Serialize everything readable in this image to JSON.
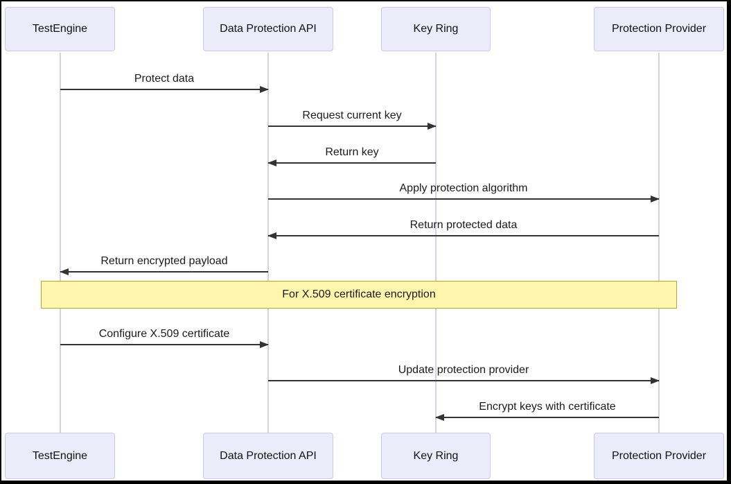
{
  "diagram": {
    "type": "sequence-diagram",
    "actors": [
      {
        "name": "TestEngine"
      },
      {
        "name": "Data Protection API"
      },
      {
        "name": "Key Ring"
      },
      {
        "name": "Protection Provider"
      }
    ],
    "messages": [
      {
        "label": "Protect data",
        "from": "TestEngine",
        "to": "Data Protection API",
        "direction": "right"
      },
      {
        "label": "Request current key",
        "from": "Data Protection API",
        "to": "Key Ring",
        "direction": "right"
      },
      {
        "label": "Return key",
        "from": "Key Ring",
        "to": "Data Protection API",
        "direction": "left"
      },
      {
        "label": "Apply protection algorithm",
        "from": "Data Protection API",
        "to": "Protection Provider",
        "direction": "right"
      },
      {
        "label": "Return protected data",
        "from": "Protection Provider",
        "to": "Data Protection API",
        "direction": "left"
      },
      {
        "label": "Return encrypted payload",
        "from": "Data Protection API",
        "to": "TestEngine",
        "direction": "left"
      },
      {
        "label": "Configure X.509 certificate",
        "from": "TestEngine",
        "to": "Data Protection API",
        "direction": "right"
      },
      {
        "label": "Update protection provider",
        "from": "Data Protection API",
        "to": "Protection Provider",
        "direction": "right"
      },
      {
        "label": "Encrypt keys with certificate",
        "from": "Protection Provider",
        "to": "Key Ring",
        "direction": "left"
      }
    ],
    "note": {
      "label": "For X.509 certificate encryption"
    },
    "colors": {
      "actor_fill": "#ECEBFA",
      "actor_border": "#CCC7EE",
      "lifeline": "#D5CFEC",
      "note_fill": "#FFF5AD",
      "note_border": "#AAAA33",
      "arrow": "#333333"
    }
  }
}
